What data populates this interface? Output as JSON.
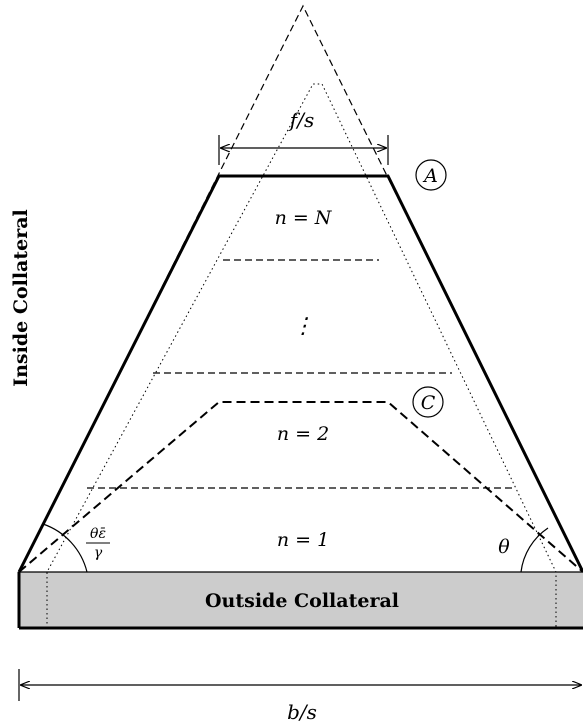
{
  "labels": {
    "inside_collateral": "Inside Collateral",
    "outside_collateral": "Outside Collateral",
    "top_width": "f/s",
    "bottom_width": "b/s",
    "point_a": "A",
    "point_c": "C",
    "level_top": "n = N",
    "level_dots": "⋮",
    "level_2": "n = 2",
    "level_1": "n = 1",
    "angle_right": "θ",
    "angle_left_num": "θε̄",
    "angle_left_den": "γ"
  },
  "colors": {
    "ink": "#000000",
    "collateral_fill": "#cccccc",
    "background": "#ffffff"
  }
}
